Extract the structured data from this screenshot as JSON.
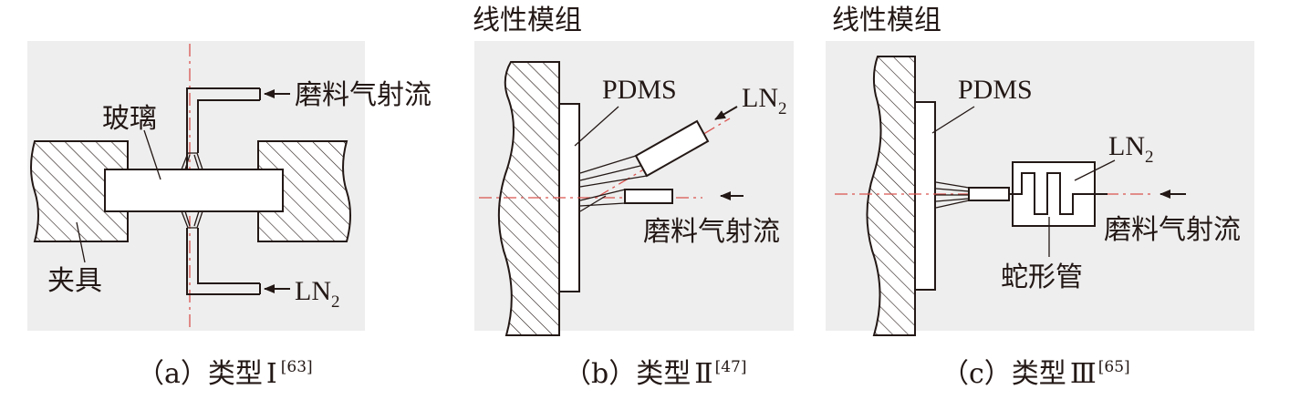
{
  "panel_a": {
    "abrasive_jet": "磨料气射流",
    "glass": "玻璃",
    "fixture": "夹具",
    "ln2": "LN",
    "ln2_sub": "2",
    "caption_label": "（a）类型",
    "caption_type": "Ⅰ",
    "caption_ref": "[63]"
  },
  "panel_b": {
    "linear_module": "线性模组",
    "pdms": "PDMS",
    "ln2": "LN",
    "ln2_sub": "2",
    "abrasive_jet": "磨料气射流",
    "caption_label": "（b）类型",
    "caption_type": "Ⅱ",
    "caption_ref": "[47]"
  },
  "panel_c": {
    "linear_module": "线性模组",
    "pdms": "PDMS",
    "ln2": "LN",
    "ln2_sub": "2",
    "abrasive_jet": "磨料气射流",
    "serpentine_tube": "蛇形管",
    "caption_label": "（c）类型",
    "caption_type": "Ⅲ",
    "caption_ref": "[65]"
  }
}
